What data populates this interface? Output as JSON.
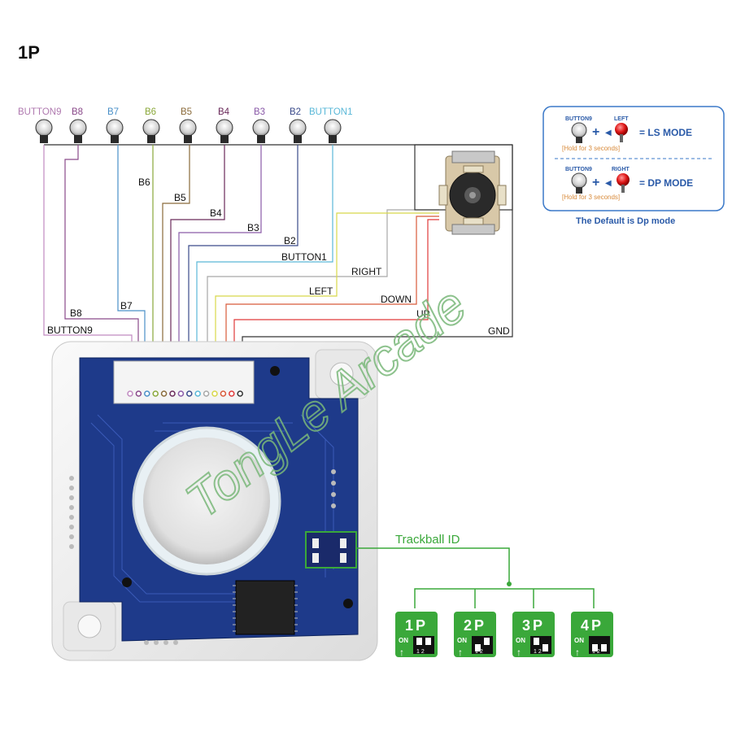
{
  "page": {
    "title": "1P"
  },
  "buttons": [
    {
      "label": "BUTTON9",
      "color": "#b07ab0"
    },
    {
      "label": "B8",
      "color": "#8a4a8a"
    },
    {
      "label": "B7",
      "color": "#4a90c8"
    },
    {
      "label": "B6",
      "color": "#8aa83a"
    },
    {
      "label": "B5",
      "color": "#8a6a3a"
    },
    {
      "label": "B4",
      "color": "#6a2a5a"
    },
    {
      "label": "B3",
      "color": "#8a5aa8"
    },
    {
      "label": "B2",
      "color": "#3a4a8a"
    },
    {
      "label": "BUTTON1",
      "color": "#5ab8d8"
    }
  ],
  "wires": {
    "b6": "B6",
    "b5": "B5",
    "b4": "B4",
    "b3": "B3",
    "b2": "B2",
    "button1": "BUTTON1",
    "right": "RIGHT",
    "left": "LEFT",
    "down": "DOWN",
    "up": "UP",
    "b8": "B8",
    "b7": "B7",
    "button9": "BUTTON9",
    "gnd": "GND"
  },
  "mode_panel": {
    "ls": {
      "button_label": "BUTTON9",
      "direction_label": "LEFT",
      "hold_note": "[Hold for 3 seconds]",
      "result": "= LS MODE"
    },
    "dp": {
      "button_label": "BUTTON9",
      "direction_label": "RIGHT",
      "hold_note": "[Hold for 3 seconds]",
      "result": "= DP MODE"
    },
    "plus": "+",
    "default_note": "The Default is Dp mode"
  },
  "trackball": {
    "id_label": "Trackball ID",
    "dip_on": "ON",
    "dip_numbers": "1 2",
    "settings": [
      {
        "label": "1P"
      },
      {
        "label": "2P"
      },
      {
        "label": "3P"
      },
      {
        "label": "4P"
      }
    ]
  },
  "watermark": "TongLe Arcade",
  "colors": {
    "accent_blue": "#2a5aa8",
    "panel_border": "#3a78c8",
    "hold_orange": "#d88a3a",
    "green": "#3aa83a",
    "pcb_blue": "#1e3a8a"
  }
}
